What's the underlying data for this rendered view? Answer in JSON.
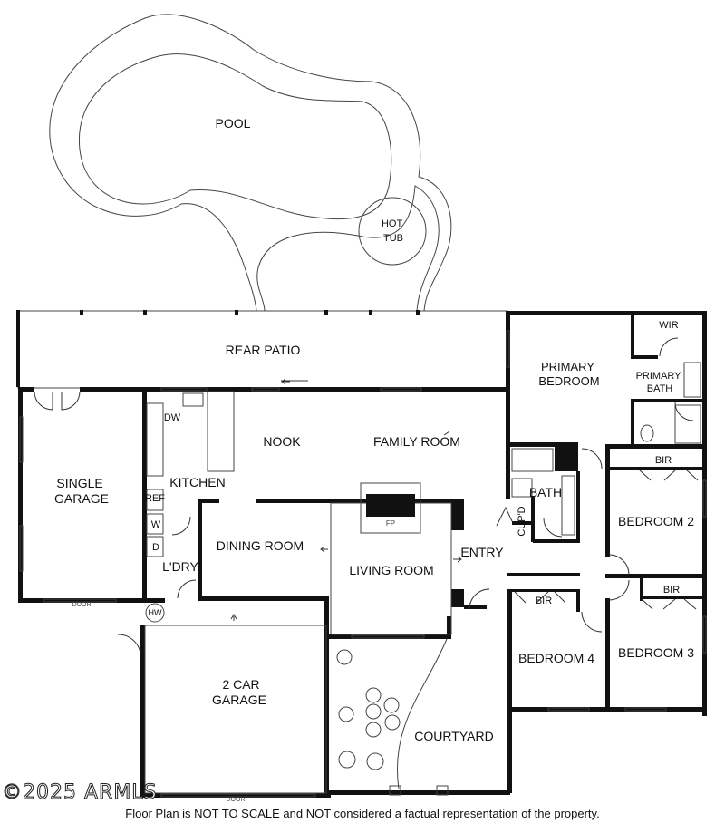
{
  "rooms": {
    "pool": "POOL",
    "hot_tub": "HOT\nTUB",
    "rear_patio": "REAR PATIO",
    "primary_bedroom": "PRIMARY\nBEDROOM",
    "wir": "WIR",
    "primary_bath": "PRIMARY\nBATH",
    "single_garage": "SINGLE\nGARAGE",
    "dw": "DW",
    "kitchen": "KITCHEN",
    "nook": "NOOK",
    "family_room": "FAMILY ROOM",
    "fp_top": "FP",
    "fp_bottom": "FP",
    "ref": "REF",
    "w": "W",
    "d": "D",
    "bath": "BATH",
    "cupd": "CUP'D",
    "bir_bed2": "BIR",
    "bedroom2": "BEDROOM 2",
    "dining_room": "DINING ROOM",
    "living_room": "LIVING ROOM",
    "entry": "ENTRY",
    "ldry": "L'DRY",
    "hw": "HW",
    "bir_bed4": "BIR",
    "bir_bed3": "BIR",
    "bedroom4": "BEDROOM 4",
    "bedroom3": "BEDROOM 3",
    "two_car_garage": "2 CAR\nGARAGE",
    "courtyard": "COURTYARD",
    "door_single": "DOOR",
    "door_double": "DOOR"
  },
  "watermark": "©2025 ARMLS",
  "disclaimer": "Floor Plan is NOT TO SCALE and NOT considered a factual representation of the property."
}
